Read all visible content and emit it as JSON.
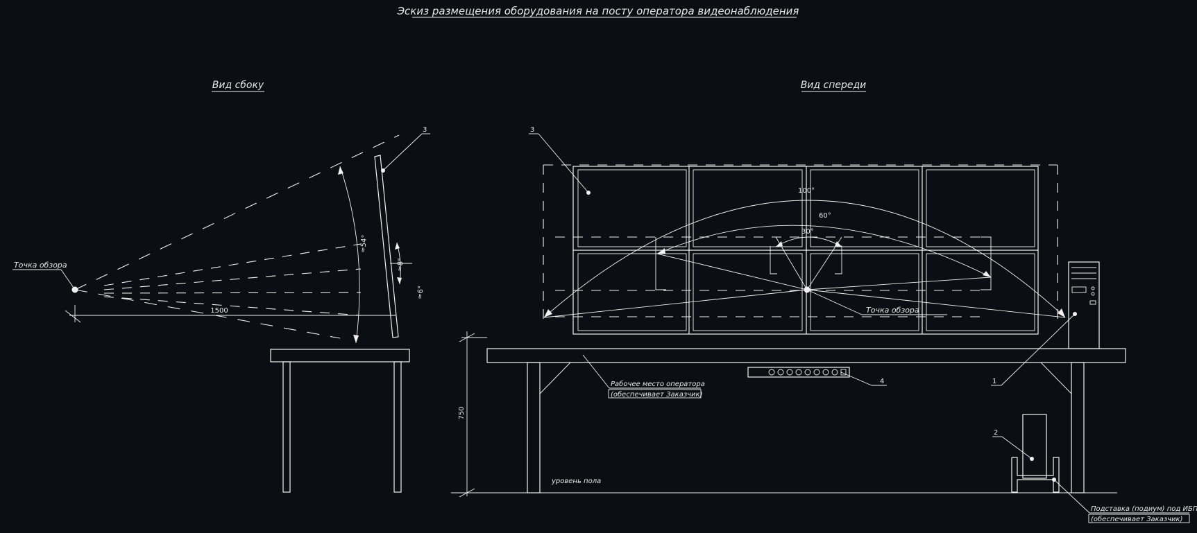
{
  "title": "Эскиз размещения оборудования на посту оператора видеонаблюдения",
  "side_view": {
    "heading": "Вид сбоку",
    "viewpoint_label": "Точка обзора",
    "distance": "1500",
    "angle_big": "≈54°",
    "angle_small1": "≈8°",
    "angle_small2": "≈6°",
    "callout_monitor": "3"
  },
  "front_view": {
    "heading": "Вид спереди",
    "angle_100": "100°",
    "angle_60": "60°",
    "angle_30": "30°",
    "viewpoint_label": "Точка обзора",
    "desk_label_1": "Рабочее место оператора",
    "desk_label_2": "(обеспечивает Заказчик)",
    "callout_monitor": "3",
    "callout_pc": "1",
    "callout_ups": "2",
    "callout_power_strip": "4",
    "height_dim": "750",
    "floor_label": "уровень пола",
    "stand_label_1": "Подставка (подиум) под ИБП",
    "stand_label_2": "(обеспечивает Заказчик)"
  }
}
